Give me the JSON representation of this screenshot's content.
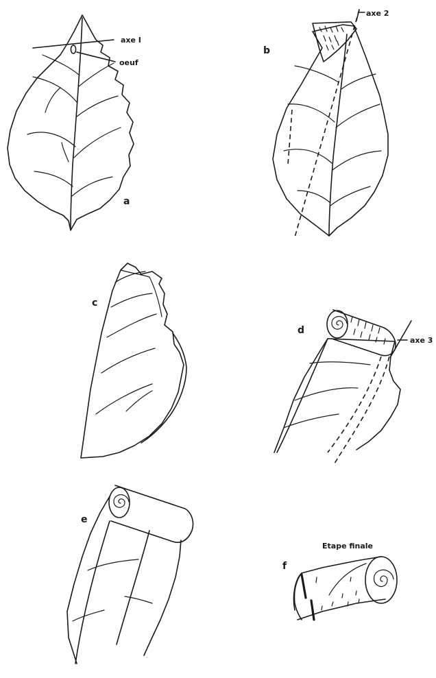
{
  "panels": {
    "a": {
      "letter": "a",
      "axis_label": "axe I",
      "egg_label": "oeuf"
    },
    "b": {
      "letter": "b",
      "axis_label": "axe 2"
    },
    "c": {
      "letter": "c"
    },
    "d": {
      "letter": "d",
      "axis_label": "axe 3"
    },
    "e": {
      "letter": "e"
    },
    "f": {
      "letter": "f",
      "title": "Etape finale"
    }
  }
}
